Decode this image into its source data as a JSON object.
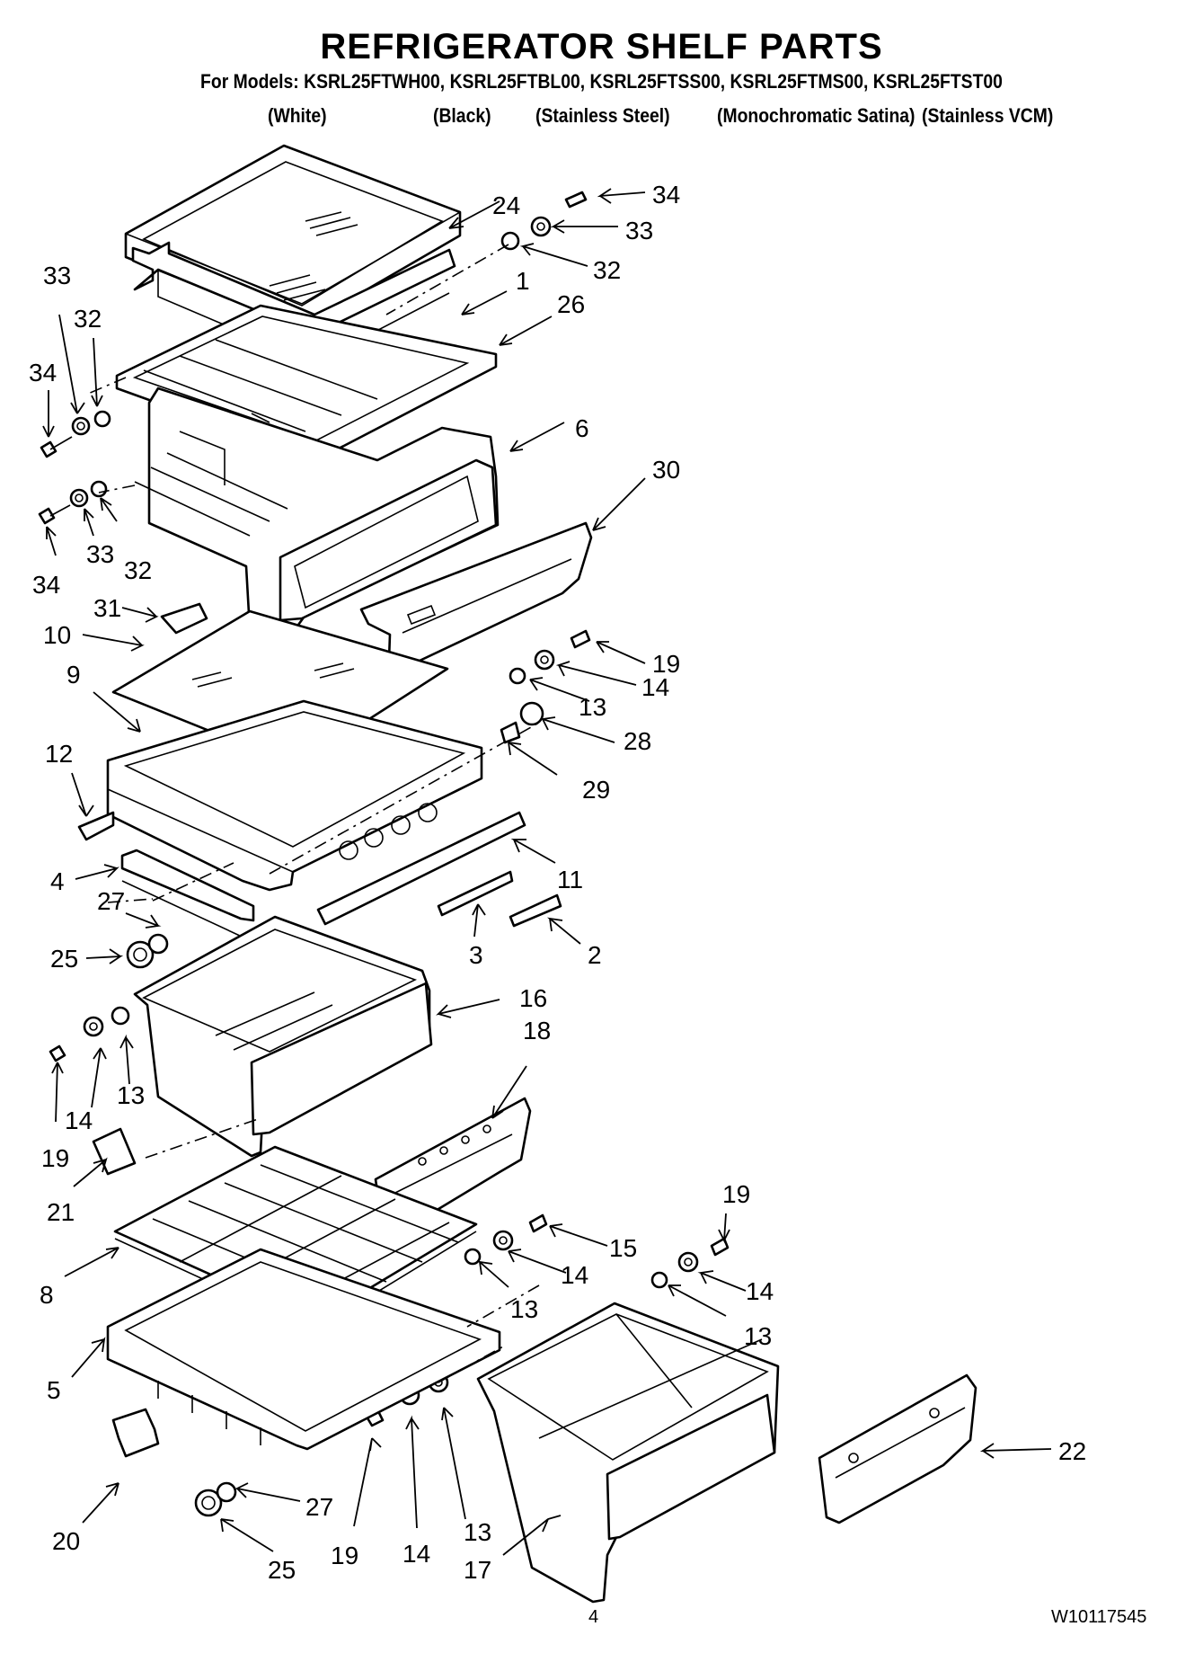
{
  "header": {
    "title": "REFRIGERATOR SHELF PARTS",
    "models": "For Models: KSRL25FTWH00, KSRL25FTBL00, KSRL25FTSS00, KSRL25FTMS00, KSRL25FTST00",
    "finishes": [
      "(White)",
      "(Black)",
      "(Stainless Steel)",
      "(Monochromatic Satina)",
      "(Stainless VCM)"
    ]
  },
  "callouts": [
    "1",
    "2",
    "3",
    "4",
    "5",
    "6",
    "8",
    "9",
    "10",
    "11",
    "12",
    "13",
    "14",
    "15",
    "16",
    "17",
    "18",
    "19",
    "20",
    "21",
    "22",
    "24",
    "25",
    "26",
    "27",
    "28",
    "29",
    "30",
    "31",
    "32",
    "33",
    "34"
  ],
  "labels": {
    "l24": "24",
    "l34a": "34",
    "l33a": "33",
    "l32a": "32",
    "l1": "1",
    "l26": "26",
    "l33b": "33",
    "l32b": "32",
    "l34b": "34",
    "l6": "6",
    "l30": "30",
    "l33c": "33",
    "l32c": "32",
    "l34c": "34",
    "l31": "31",
    "l10": "10",
    "l9": "9",
    "l19a": "19",
    "l14a": "14",
    "l13a": "13",
    "l28": "28",
    "l29": "29",
    "l12": "12",
    "l4": "4",
    "l27a": "27",
    "l11": "11",
    "l25a": "25",
    "l3": "3",
    "l2": "2",
    "l16": "16",
    "l18": "18",
    "l13b": "13",
    "l14b": "14",
    "l19b": "19",
    "l21": "21",
    "l19c": "19",
    "l15": "15",
    "l14c": "14",
    "l14d": "14",
    "l8": "8",
    "l13c": "13",
    "l13d": "13",
    "l5": "5",
    "l22": "22",
    "l20": "20",
    "l27b": "27",
    "l25b": "25",
    "l19d": "19",
    "l14e": "14",
    "l13e": "13",
    "l17": "17"
  },
  "footer": {
    "page_number": "4",
    "doc_number": "W10117545"
  }
}
